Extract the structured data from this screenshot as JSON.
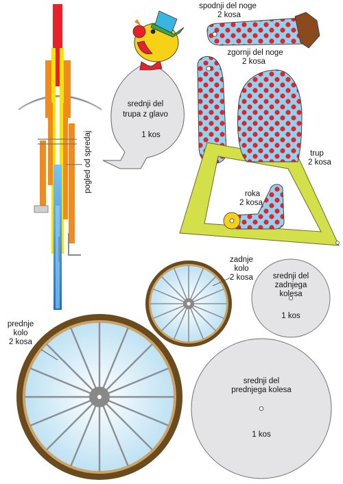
{
  "labels": {
    "front_view": "pogled od spredaj",
    "torso_head": [
      "srednji del",
      "trupa z glavo"
    ],
    "torso_head_count": "1 kos",
    "lower_leg": [
      "spodnji del noge",
      "2 kosa"
    ],
    "upper_leg": [
      "zgornji del noge",
      "2 kosa"
    ],
    "trunk": [
      "trup",
      "2 kosa"
    ],
    "arm": [
      "roka",
      "2 kosa"
    ],
    "rear_wheel": [
      "zadnje",
      "kolo",
      "2 kosa"
    ],
    "rear_hub": [
      "srednji del",
      "zadnjega",
      "kolesa"
    ],
    "rear_hub_count": "1 kos",
    "front_wheel": [
      "prednje",
      "kolo",
      "2 kosa"
    ],
    "front_hub": [
      "srednji del",
      "prednjega kolesa"
    ],
    "front_hub_count": "1 kos"
  },
  "colors": {
    "polka_fill": "#8fd3ee",
    "polka_dot": "#e8202a",
    "frame_fill": "#d4e04a",
    "part_fill": "#e4e4e6",
    "tire": "#6b4a1e",
    "head_yellow": "#f7d117",
    "hat_blue": "#39b5e0",
    "hat_green": "#3aa845",
    "bow_red": "#e8202a",
    "shoe_brown": "#8a4a1e",
    "rod_red": "#e8202a",
    "rod_orange": "#f18a1f",
    "rod_yellow": "#f5e500",
    "rod_blue": "#1e8fd6",
    "outline": "#555555"
  },
  "wheels": {
    "front_spokes": 16,
    "rear_spokes": 16
  }
}
